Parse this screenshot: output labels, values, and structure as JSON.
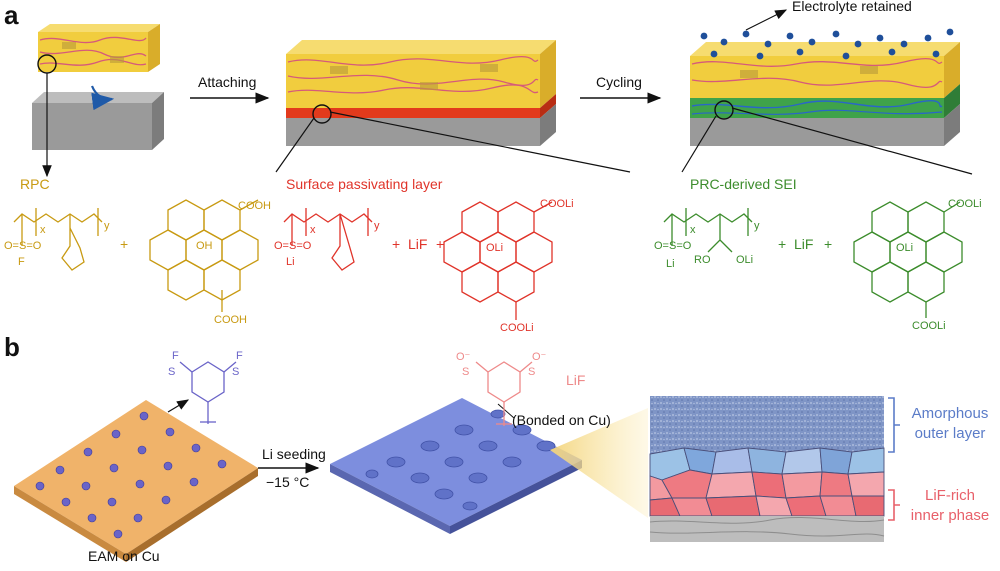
{
  "panel_a": {
    "label": "a",
    "arrow_attaching": "Attaching",
    "arrow_cycling": "Cycling",
    "electrolyte_retained": "Electrolyte retained",
    "stage1_label": "RPC",
    "stage2_label": "Surface passivating layer",
    "stage3_label": "PRC-derived SEI",
    "chem": {
      "cooh": "COOH",
      "oh": "OH",
      "cooli": "COOLi",
      "oli": "OLi",
      "lif": "LiF",
      "plus": "+",
      "x": "x",
      "y": "y",
      "o": "O",
      "s": "S",
      "f": "F",
      "li": "Li",
      "ro": "RO",
      "oso_f": "O=S=O",
      "oso_li": "O=S=O"
    }
  },
  "panel_b": {
    "label": "b",
    "eam_label": "EAM on Cu",
    "arrow_top": "Li seeding",
    "arrow_bottom": "−15 °C",
    "bonded": "(Bonded on Cu)",
    "lif": "LiF",
    "outer_line1": "Amorphous",
    "outer_line2": "outer layer",
    "inner_line1": "LiF-rich",
    "inner_line2": "inner phase",
    "chem": {
      "f": "F",
      "o": "O",
      "s": "S",
      "o_minus": "O⁻"
    }
  },
  "colors": {
    "rpc": "#c89a12",
    "passivating": "#e0342a",
    "sei": "#3c8c2c",
    "amorphous": "#5b7cc8",
    "lif_rich": "#e8606a",
    "cu_substrate": "#9a9a9a"
  }
}
